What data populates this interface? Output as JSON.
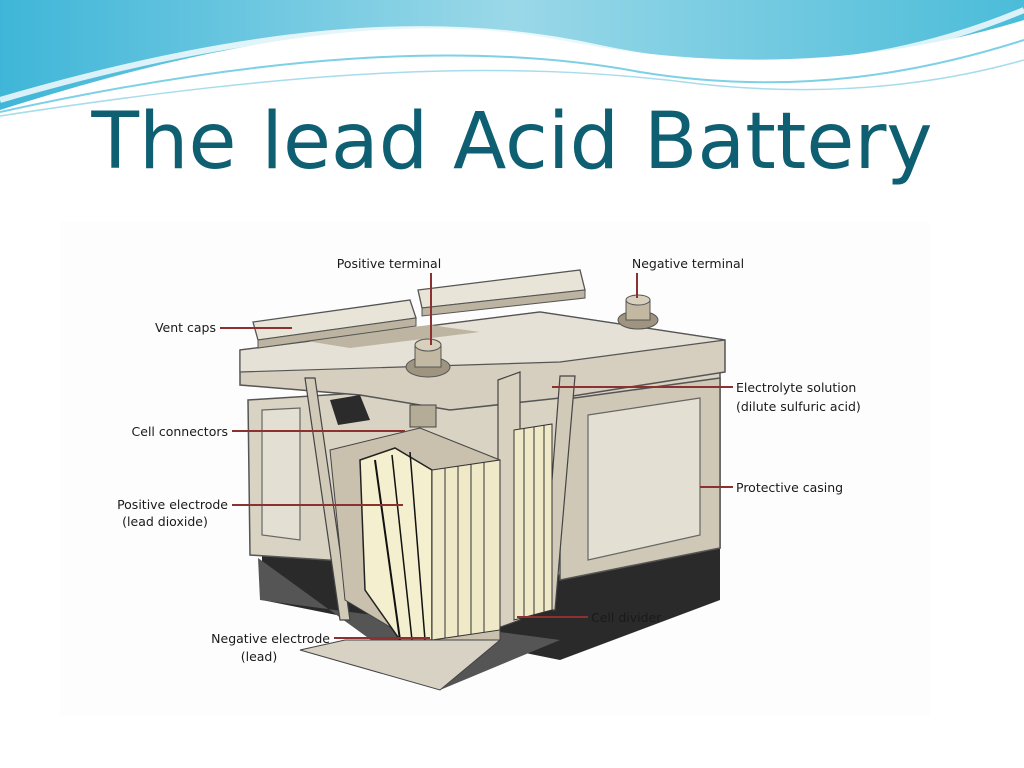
{
  "slide": {
    "title": "The lead Acid Battery",
    "accent_color": "#0f5f73"
  },
  "diagram": {
    "labels": {
      "positive_terminal": "Positive terminal",
      "negative_terminal": "Negative terminal",
      "vent_caps": "Vent caps",
      "electrolyte_line1": "Electrolyte solution",
      "electrolyte_line2": "(dilute sulfuric acid)",
      "cell_connectors": "Cell connectors",
      "protective_casing": "Protective casing",
      "positive_electrode_line1": "Positive electrode",
      "positive_electrode_line2": "(lead dioxide)",
      "cell_divider": "Cell divider",
      "negative_electrode_line1": "Negative electrode",
      "negative_electrode_line2": "(lead)"
    },
    "leader_color": "#8c3030"
  }
}
